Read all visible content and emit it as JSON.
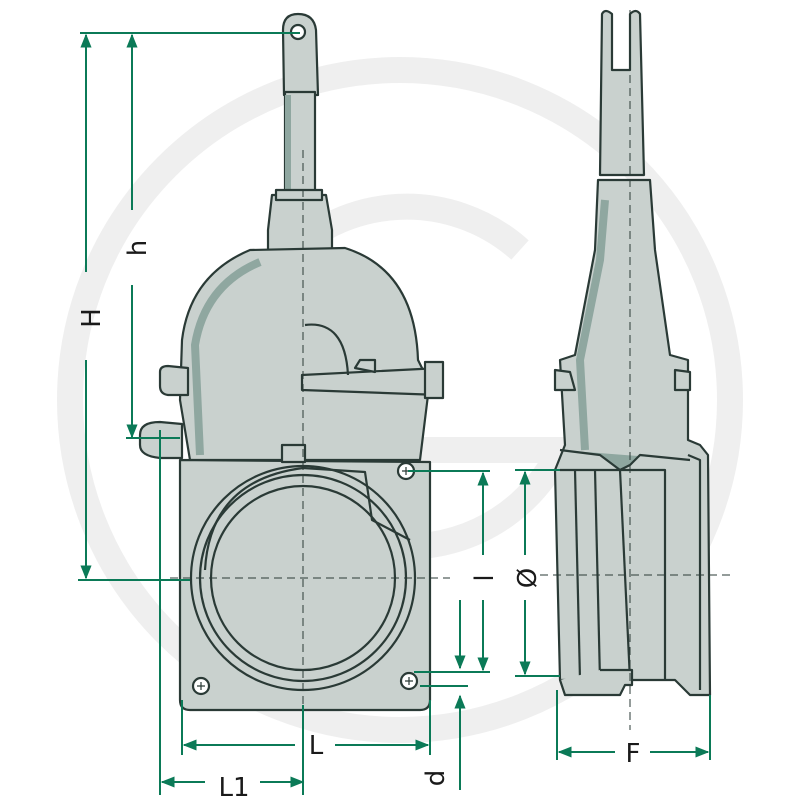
{
  "diagram": {
    "type": "technical-drawing",
    "subject": "gate valve",
    "colors": {
      "body_fill": "#c9d1ce",
      "body_shadow": "#8fa7a0",
      "outline": "#2a3a36",
      "dimension_line": "#0b7a57",
      "watermark": "#eeeeee"
    },
    "labels": {
      "H": "H",
      "h": "h",
      "L": "L",
      "L1": "L1",
      "d": "d",
      "l": "l",
      "phi": "Ø",
      "F": "F"
    }
  }
}
